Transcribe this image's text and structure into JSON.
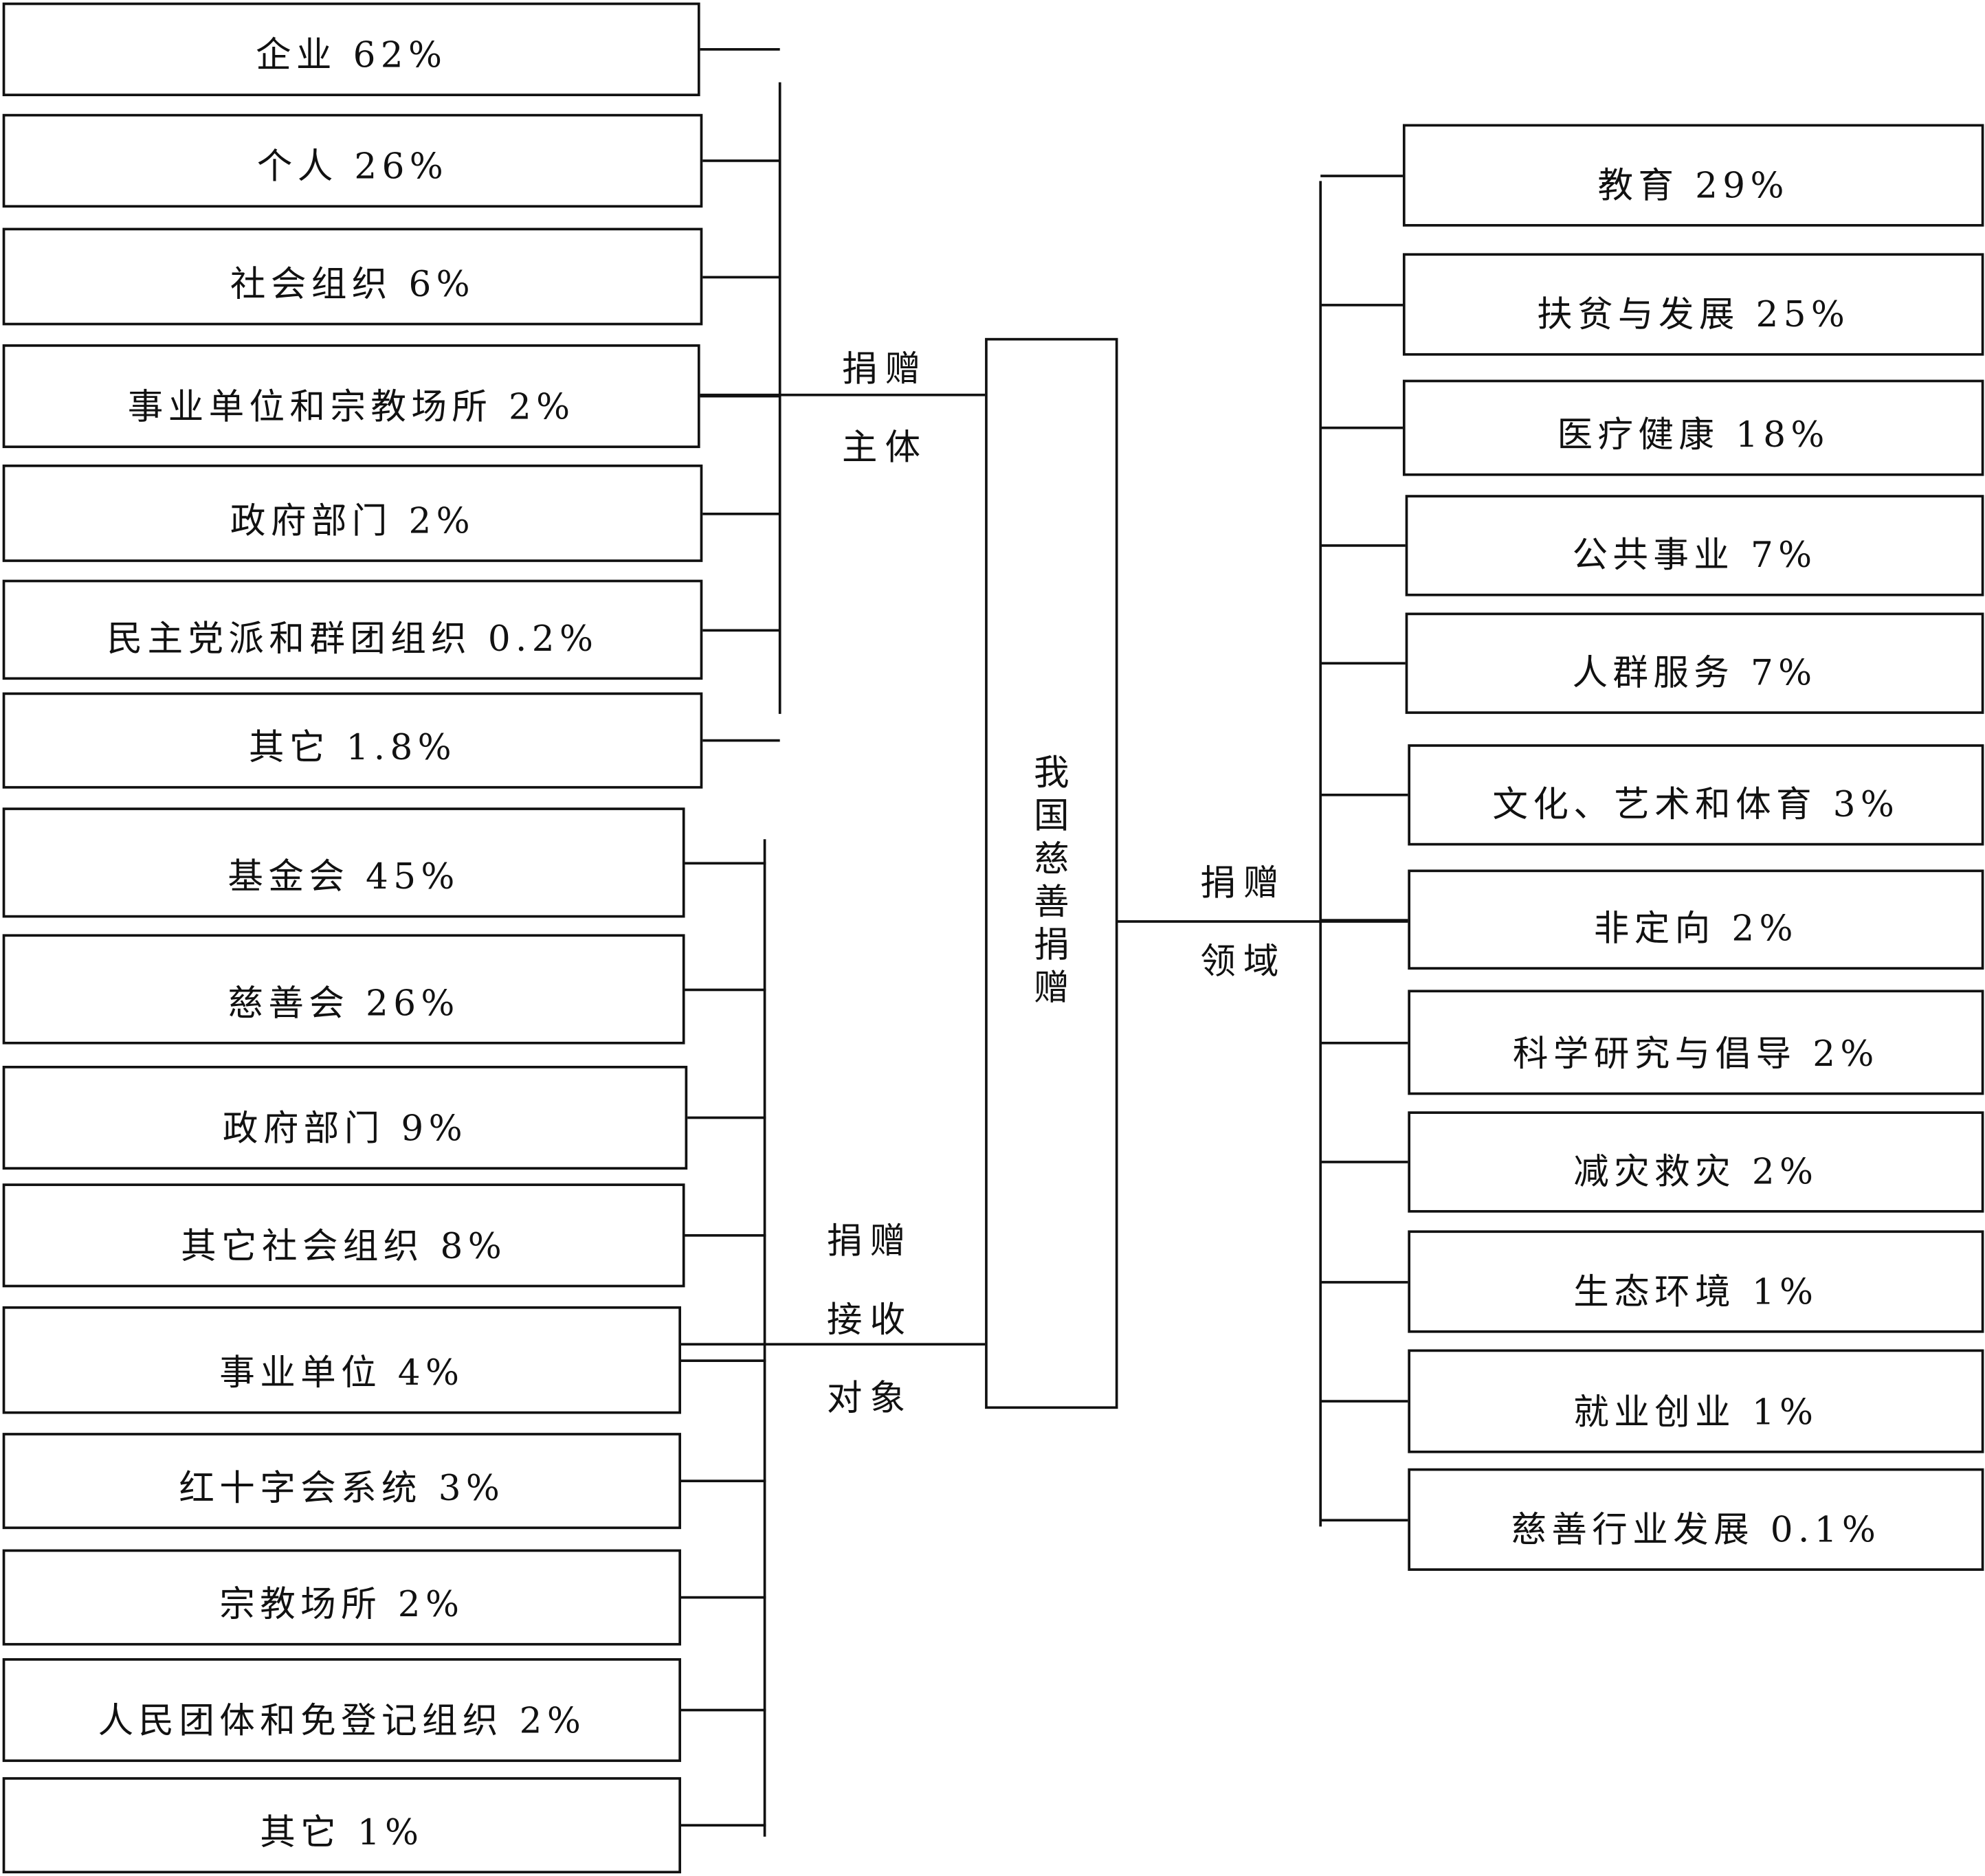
{
  "center": {
    "title": "我国慈善捐赠",
    "chars": [
      "我",
      "国",
      "慈",
      "善",
      "捐",
      "赠"
    ]
  },
  "donors": {
    "label_lines": [
      "捐赠",
      "主体"
    ],
    "items": [
      "企业 62%",
      "个人 26%",
      "社会组织 6%",
      "事业单位和宗教场所 2%",
      "政府部门 2%",
      "民主党派和群团组织 0.2%",
      "其它 1.8%"
    ]
  },
  "recipients": {
    "label_lines": [
      "捐赠",
      "接收",
      "对象"
    ],
    "items": [
      "基金会 45%",
      "慈善会 26%",
      "政府部门 9%",
      "其它社会组织 8%",
      "事业单位 4%",
      "红十字会系统 3%",
      "宗教场所 2%",
      "人民团体和免登记组织 2%",
      "其它 1%"
    ]
  },
  "fields": {
    "label_lines": [
      "捐赠",
      "领域"
    ],
    "items": [
      "教育 29%",
      "扶贫与发展 25%",
      "医疗健康 18%",
      "公共事业 7%",
      "人群服务 7%",
      "文化、艺术和体育 3%",
      "非定向 2%",
      "科学研究与倡导 2%",
      "减灾救灾 2%",
      "生态环境 1%",
      "就业创业 1%",
      "慈善行业发展 0.1%"
    ]
  }
}
